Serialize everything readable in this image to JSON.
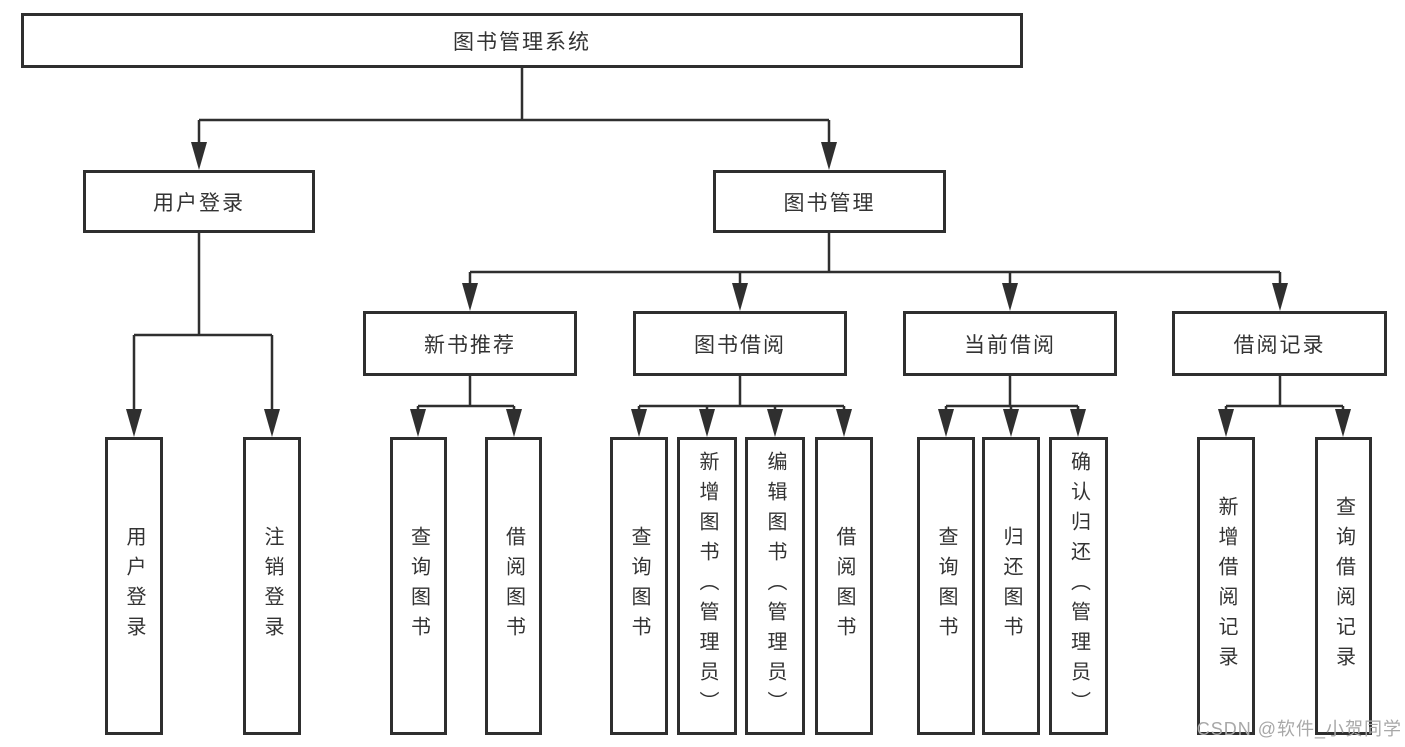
{
  "nodes": {
    "root": "图书管理系统",
    "level2": [
      "用户登录",
      "图书管理"
    ],
    "level3": [
      "新书推荐",
      "图书借阅",
      "当前借阅",
      "借阅记录"
    ],
    "leaves": {
      "user_login": [
        "用户登录",
        "注销登录"
      ],
      "new_book": [
        "查询图书",
        "借阅图书"
      ],
      "book_borrow": [
        "查询图书",
        "新增图书（管理员）",
        "编辑图书（管理员）",
        "借阅图书"
      ],
      "current_borrow": [
        "查询图书",
        "归还图书",
        "确认归还（管理员）"
      ],
      "borrow_record": [
        "新增借阅记录",
        "查询借阅记录"
      ]
    }
  },
  "watermark": "CSDN @软件_小贺同学",
  "colors": {
    "line": "#2f2f2f",
    "box_border": "#2f2f2f",
    "text": "#333333",
    "watermark": "#a8a8a8",
    "background": "#ffffff"
  }
}
